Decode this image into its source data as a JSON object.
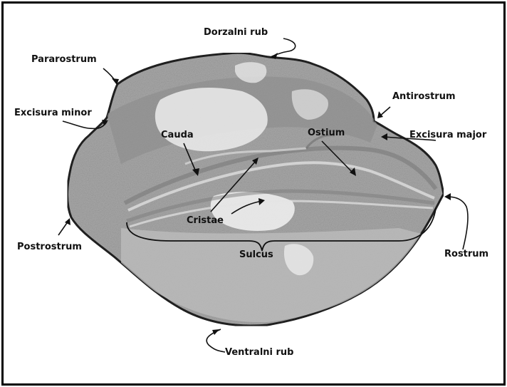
{
  "labels": {
    "dorzalni_rub": "Dorzalni rub",
    "pararostrum": "Pararostrum",
    "antirostrum": "Antirostrum",
    "excisura_minor": "Excisura minor",
    "excisura_major": "Excisura major",
    "cauda": "Cauda",
    "ostium": "Ostium",
    "cristae": "Cristae",
    "postrostrum": "Postrostrum",
    "sulcus": "Sulcus",
    "rostrum": "Rostrum",
    "ventralni_rub": "Ventralni rub"
  }
}
